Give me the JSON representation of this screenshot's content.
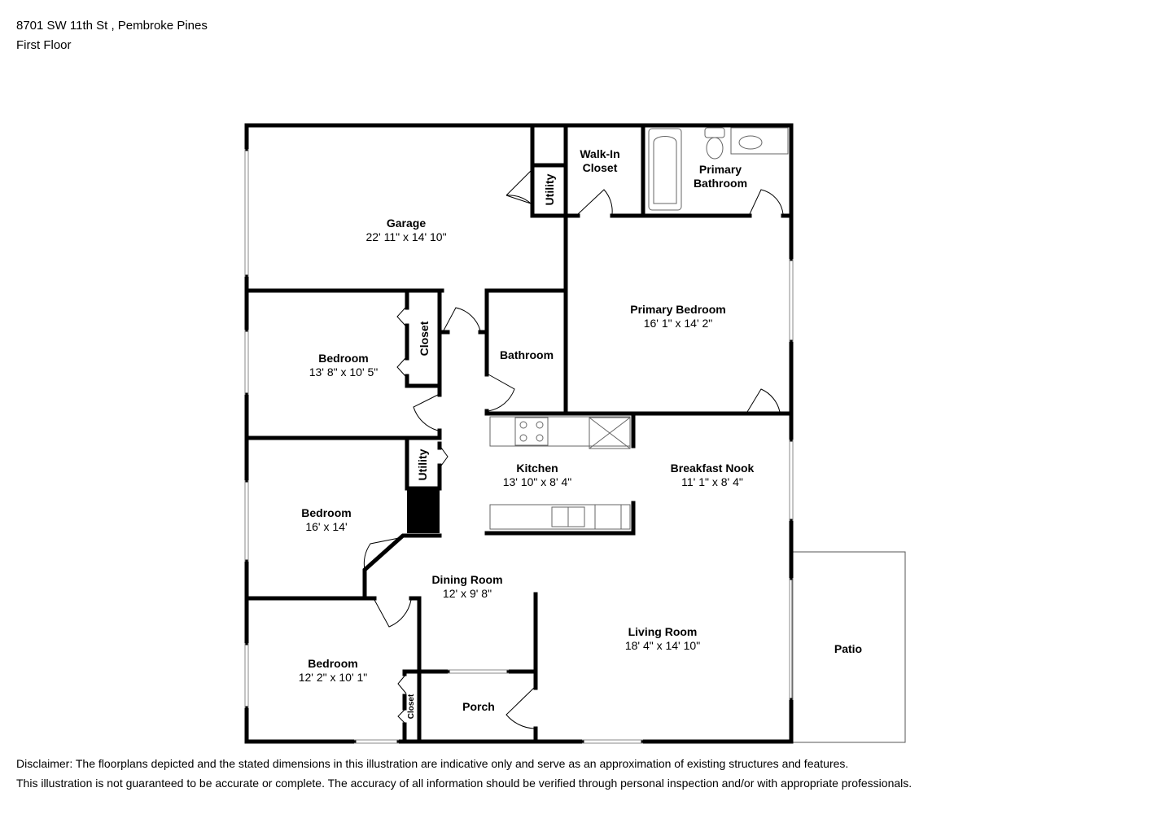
{
  "header": {
    "address": "8701 SW 11th St , Pembroke Pines",
    "floor": "First Floor"
  },
  "rooms": {
    "garage": {
      "name": "Garage",
      "dims": "22' 11\" x 14' 10\""
    },
    "utility_top": {
      "name": "Utility"
    },
    "walk_in_closet": {
      "name_line1": "Walk-In",
      "name_line2": "Closet"
    },
    "primary_bathroom": {
      "name_line1": "Primary",
      "name_line2": "Bathroom"
    },
    "primary_bedroom": {
      "name": "Primary Bedroom",
      "dims": "16' 1\" x 14' 2\""
    },
    "bedroom_1": {
      "name": "Bedroom",
      "dims": "13' 8\" x 10' 5\""
    },
    "closet_1": {
      "name": "Closet"
    },
    "bathroom": {
      "name": "Bathroom"
    },
    "utility_mid": {
      "name": "Utility"
    },
    "kitchen": {
      "name": "Kitchen",
      "dims": "13' 10\" x 8' 4\""
    },
    "breakfast_nook": {
      "name": "Breakfast Nook",
      "dims": "11' 1\" x 8' 4\""
    },
    "bedroom_2": {
      "name": "Bedroom",
      "dims": "16' x 14'"
    },
    "dining_room": {
      "name": "Dining Room",
      "dims": "12' x 9' 8\""
    },
    "living_room": {
      "name": "Living Room",
      "dims": "18' 4\" x 14' 10\""
    },
    "patio": {
      "name": "Patio"
    },
    "bedroom_3": {
      "name": "Bedroom",
      "dims": "12' 2\" x 10' 1\""
    },
    "closet_2": {
      "name": "Closet"
    },
    "porch": {
      "name": "Porch"
    }
  },
  "disclaimer": {
    "line1": "Disclaimer: The floorplans depicted and the stated dimensions in this illustration are indicative only and serve as an approximation of existing structures and features.",
    "line2": "This illustration is not guaranteed to be accurate or complete. The accuracy of all information should be verified through personal inspection and/or with appropriate professionals."
  },
  "colors": {
    "wall": "#000000",
    "background": "#ffffff",
    "fixture": "#666666"
  }
}
